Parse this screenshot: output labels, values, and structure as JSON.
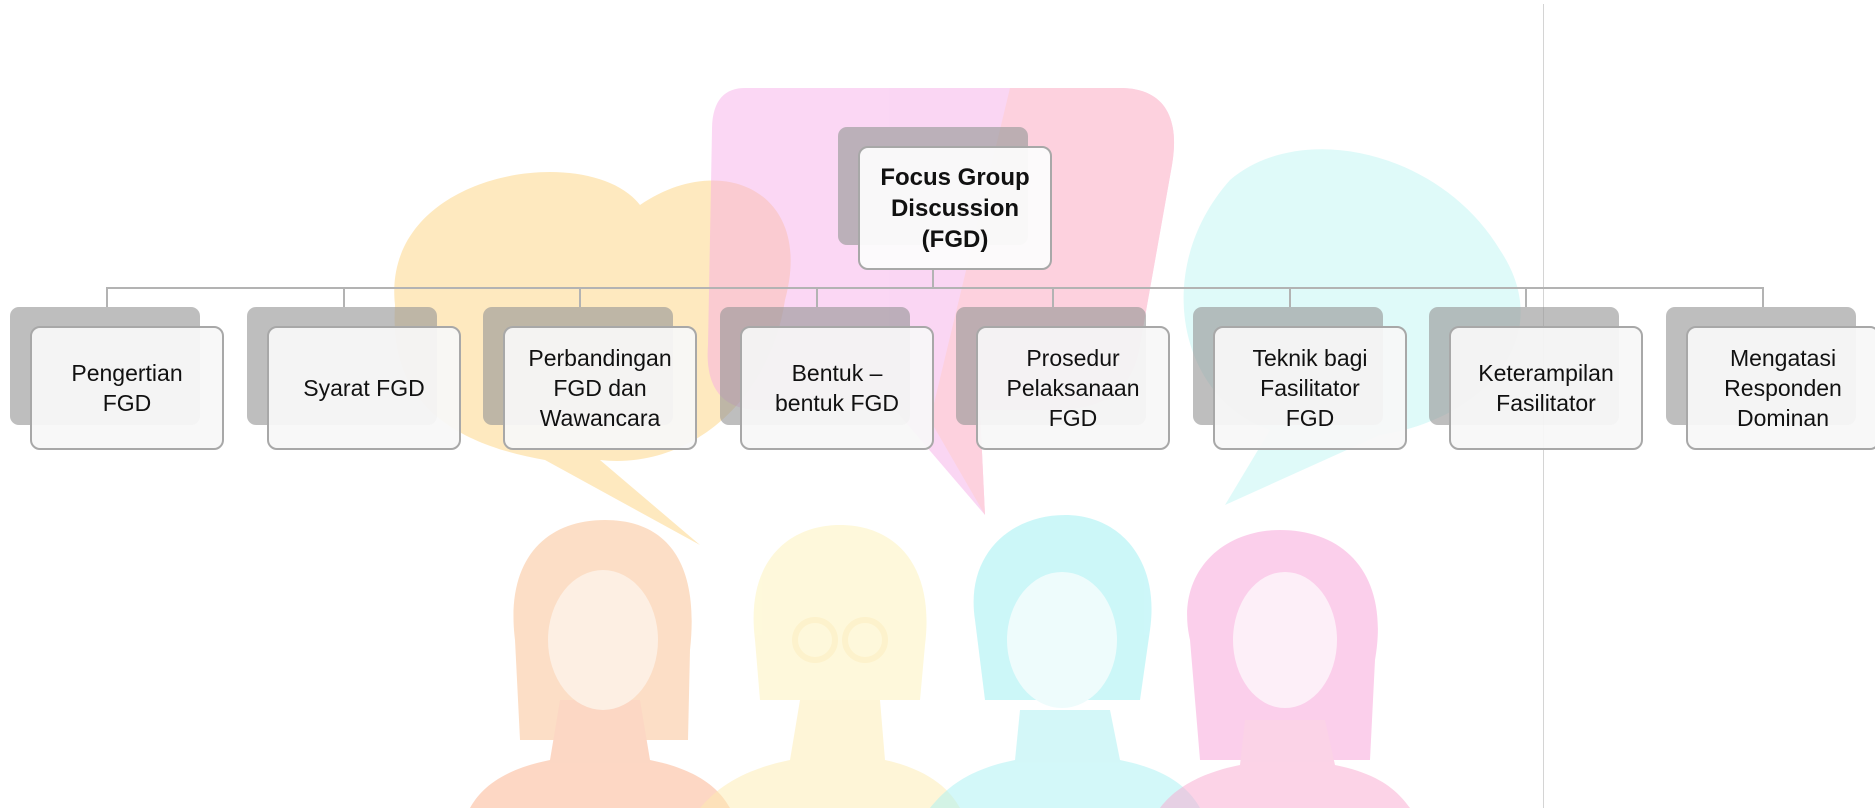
{
  "diagram": {
    "root": {
      "label": "Focus Group\nDiscussion\n(FGD)"
    },
    "children": [
      {
        "label": "Pengertian\nFGD"
      },
      {
        "label": "Syarat FGD"
      },
      {
        "label": "Perbandingan\nFGD dan\nWawancara"
      },
      {
        "label": "Bentuk –\nbentuk FGD"
      },
      {
        "label": "Prosedur\nPelaksanaan\nFGD"
      },
      {
        "label": "Teknik bagi\nFasilitator\nFGD"
      },
      {
        "label": "Keterampilan\nFasilitator"
      },
      {
        "label": "Mengatasi\nResponden\nDominan"
      }
    ]
  },
  "background": {
    "illustration": "speech-bubbles-and-people",
    "colors": {
      "yellow": "#fde3a0",
      "orange": "#fcc3a0",
      "pink": "#f9b3cf",
      "magenta": "#f1b3f0",
      "cyan": "#b8f2f4",
      "pale_yellow": "#fef6c8"
    }
  },
  "colors": {
    "card_border": "#a8a8a8",
    "shadow": "#969696",
    "connector": "#b3b3b3"
  }
}
